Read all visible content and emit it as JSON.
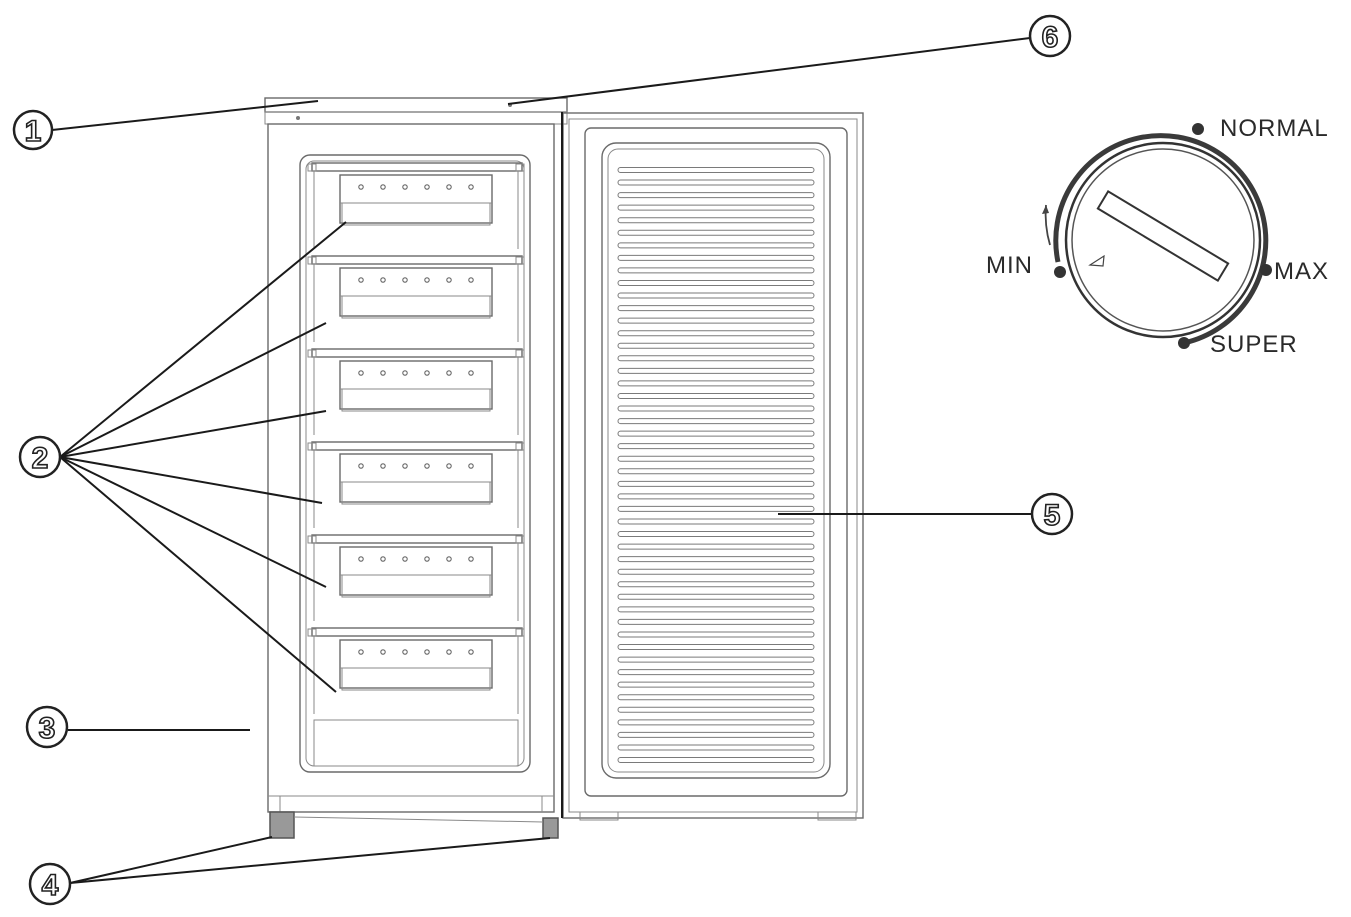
{
  "callouts": [
    {
      "id": "1",
      "label": "1"
    },
    {
      "id": "2",
      "label": "2"
    },
    {
      "id": "3",
      "label": "3"
    },
    {
      "id": "4",
      "label": "4"
    },
    {
      "id": "5",
      "label": "5"
    },
    {
      "id": "6",
      "label": "6"
    }
  ],
  "thermostat": {
    "labels": {
      "normal": "NORMAL",
      "min": "MIN",
      "max": "MAX",
      "super": "SUPER"
    }
  },
  "drawers": {
    "count": 6,
    "holes_per_drawer": 6
  },
  "colors": {
    "line": "#1a1a1a",
    "outline": "#6a6a6a",
    "leg": "#888888"
  }
}
